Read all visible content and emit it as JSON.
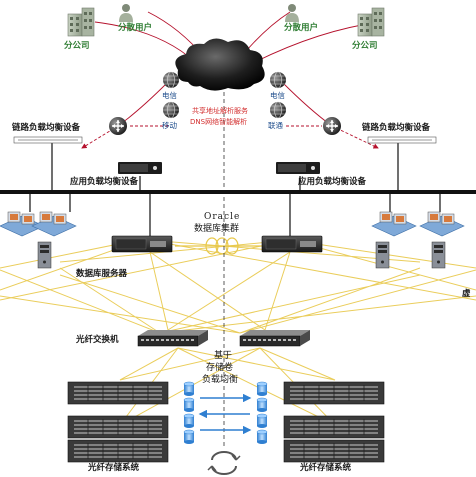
{
  "labels": {
    "branch_left": "分公司",
    "branch_right": "分公司",
    "users_left": "分散用户",
    "users_right": "分散用户",
    "isp_telecom_left": "电信",
    "isp_telecom_right": "电信",
    "isp_mobile": "移动",
    "isp_unicom": "联通",
    "dns_note_1": "共享地址解析服务",
    "dns_note_2": "DNS网络智能解析",
    "link_lb_left": "链路负载均衡设备",
    "link_lb_right": "链路负载均衡设备",
    "app_lb_left": "应用负载均衡设备",
    "app_lb_right": "应用负载均衡设备",
    "oracle": "Oracle",
    "db_cluster": "数据库集群",
    "db_servers": "数据库服务器",
    "fiber_switch": "光纤交换机",
    "storage_lb_1": "基于",
    "storage_lb_2": "存储卷",
    "storage_lb_3": "负载均衡",
    "storage_left": "光纤存储系统",
    "storage_right": "光纤存储系统",
    "right_edge": "虚"
  },
  "colors": {
    "backbone": "#111111",
    "fiber": "#e8c84a",
    "wan_line": "#b5122d",
    "cloud": "#1b1b1b",
    "branch_label": "#2e7d32",
    "storage_link": "#2f7fd1"
  },
  "icons": {
    "building": "office-building-icon",
    "user": "user-person-icon",
    "router": "router-icon",
    "cloud": "internet-cloud-icon",
    "globe": "isp-globe-icon",
    "server": "rack-server-icon",
    "switch": "fiber-switch-icon",
    "disk": "disk-cylinder-icon",
    "sync": "sync-arrows-icon"
  }
}
